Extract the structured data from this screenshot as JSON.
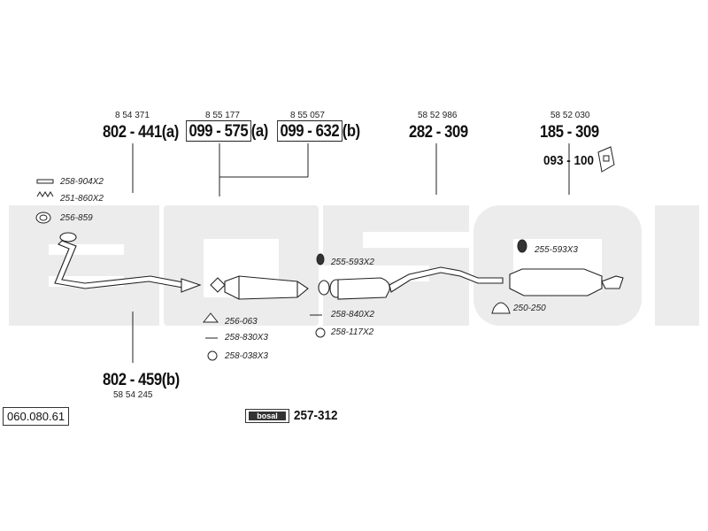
{
  "diagram_code": "060.080.61",
  "parts": {
    "front_pipe_a": {
      "oe": "8 54 371",
      "part": "802 - 441",
      "variant": "(a)"
    },
    "front_pipe_b": {
      "oe": "58 54 245",
      "part": "802 - 459(b)"
    },
    "cat_a": {
      "oe": "8 55 177",
      "part": "099 - 575",
      "variant": "(a)"
    },
    "cat_b": {
      "oe": "8 55 057",
      "part": "099 - 632",
      "variant": "(b)"
    },
    "middle_silencer": {
      "oe": "58 52 986",
      "part": "282 - 309"
    },
    "rear_silencer": {
      "oe": "58 52 030",
      "part": "185 - 309"
    },
    "bracket": {
      "part": "093 - 100"
    }
  },
  "accessories": {
    "a1": "258-904X2",
    "a2": "251-860X2",
    "a3": "256-859",
    "a4": "256-063",
    "a5": "258-830X3",
    "a6": "258-038X3",
    "a7": "255-593X2",
    "a8": "258-840X2",
    "a9": "258-117X2",
    "a10": "255-593X3",
    "a11": "250-250"
  },
  "kit": {
    "badge": "bosal",
    "part": "257-312"
  },
  "watermark_color": "#e9e9e9"
}
